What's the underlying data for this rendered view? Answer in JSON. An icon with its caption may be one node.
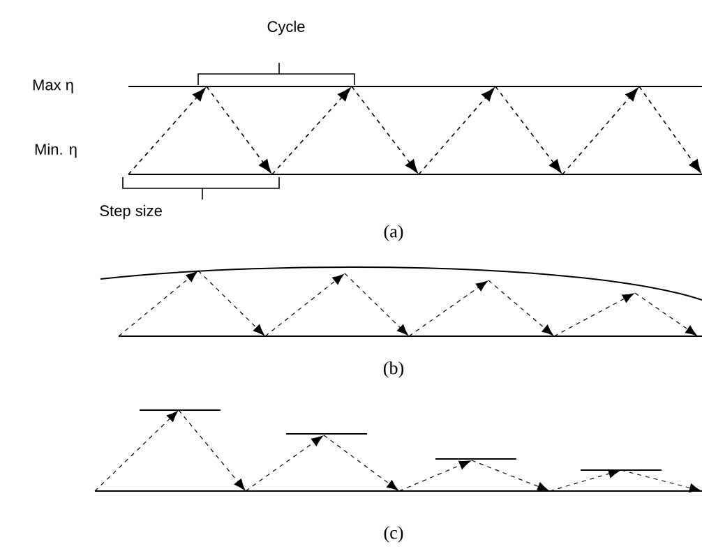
{
  "diagram": {
    "labels": [
      "Cycle",
      "Max η",
      "Min. η",
      "Step size",
      "(a)",
      "(b)",
      "(c)"
    ]
  }
}
